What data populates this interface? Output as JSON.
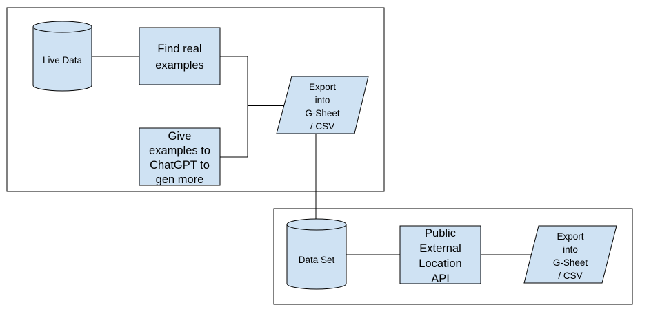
{
  "colors": {
    "shape_fill": "#cfe2f3",
    "stroke": "#000000",
    "background": "#ffffff"
  },
  "nodes": {
    "live_data": {
      "shape": "database-cylinder",
      "lines": [
        "Live Data"
      ]
    },
    "find_real": {
      "shape": "process-box",
      "lines": [
        "Find real",
        "examples"
      ]
    },
    "give_examples": {
      "shape": "process-box",
      "lines": [
        "Give",
        "examples to",
        "ChatGPT to",
        "gen more"
      ]
    },
    "export_top": {
      "shape": "data-parallelogram",
      "lines": [
        "Export",
        "into",
        "G-Sheet",
        "/ CSV"
      ]
    },
    "data_set": {
      "shape": "database-cylinder",
      "lines": [
        "Data Set"
      ]
    },
    "public_api": {
      "shape": "process-box",
      "lines": [
        "Public",
        "External",
        "Location",
        "API"
      ]
    },
    "export_bottom": {
      "shape": "data-parallelogram",
      "lines": [
        "Export",
        "into",
        "G-Sheet",
        "/ CSV"
      ]
    }
  }
}
